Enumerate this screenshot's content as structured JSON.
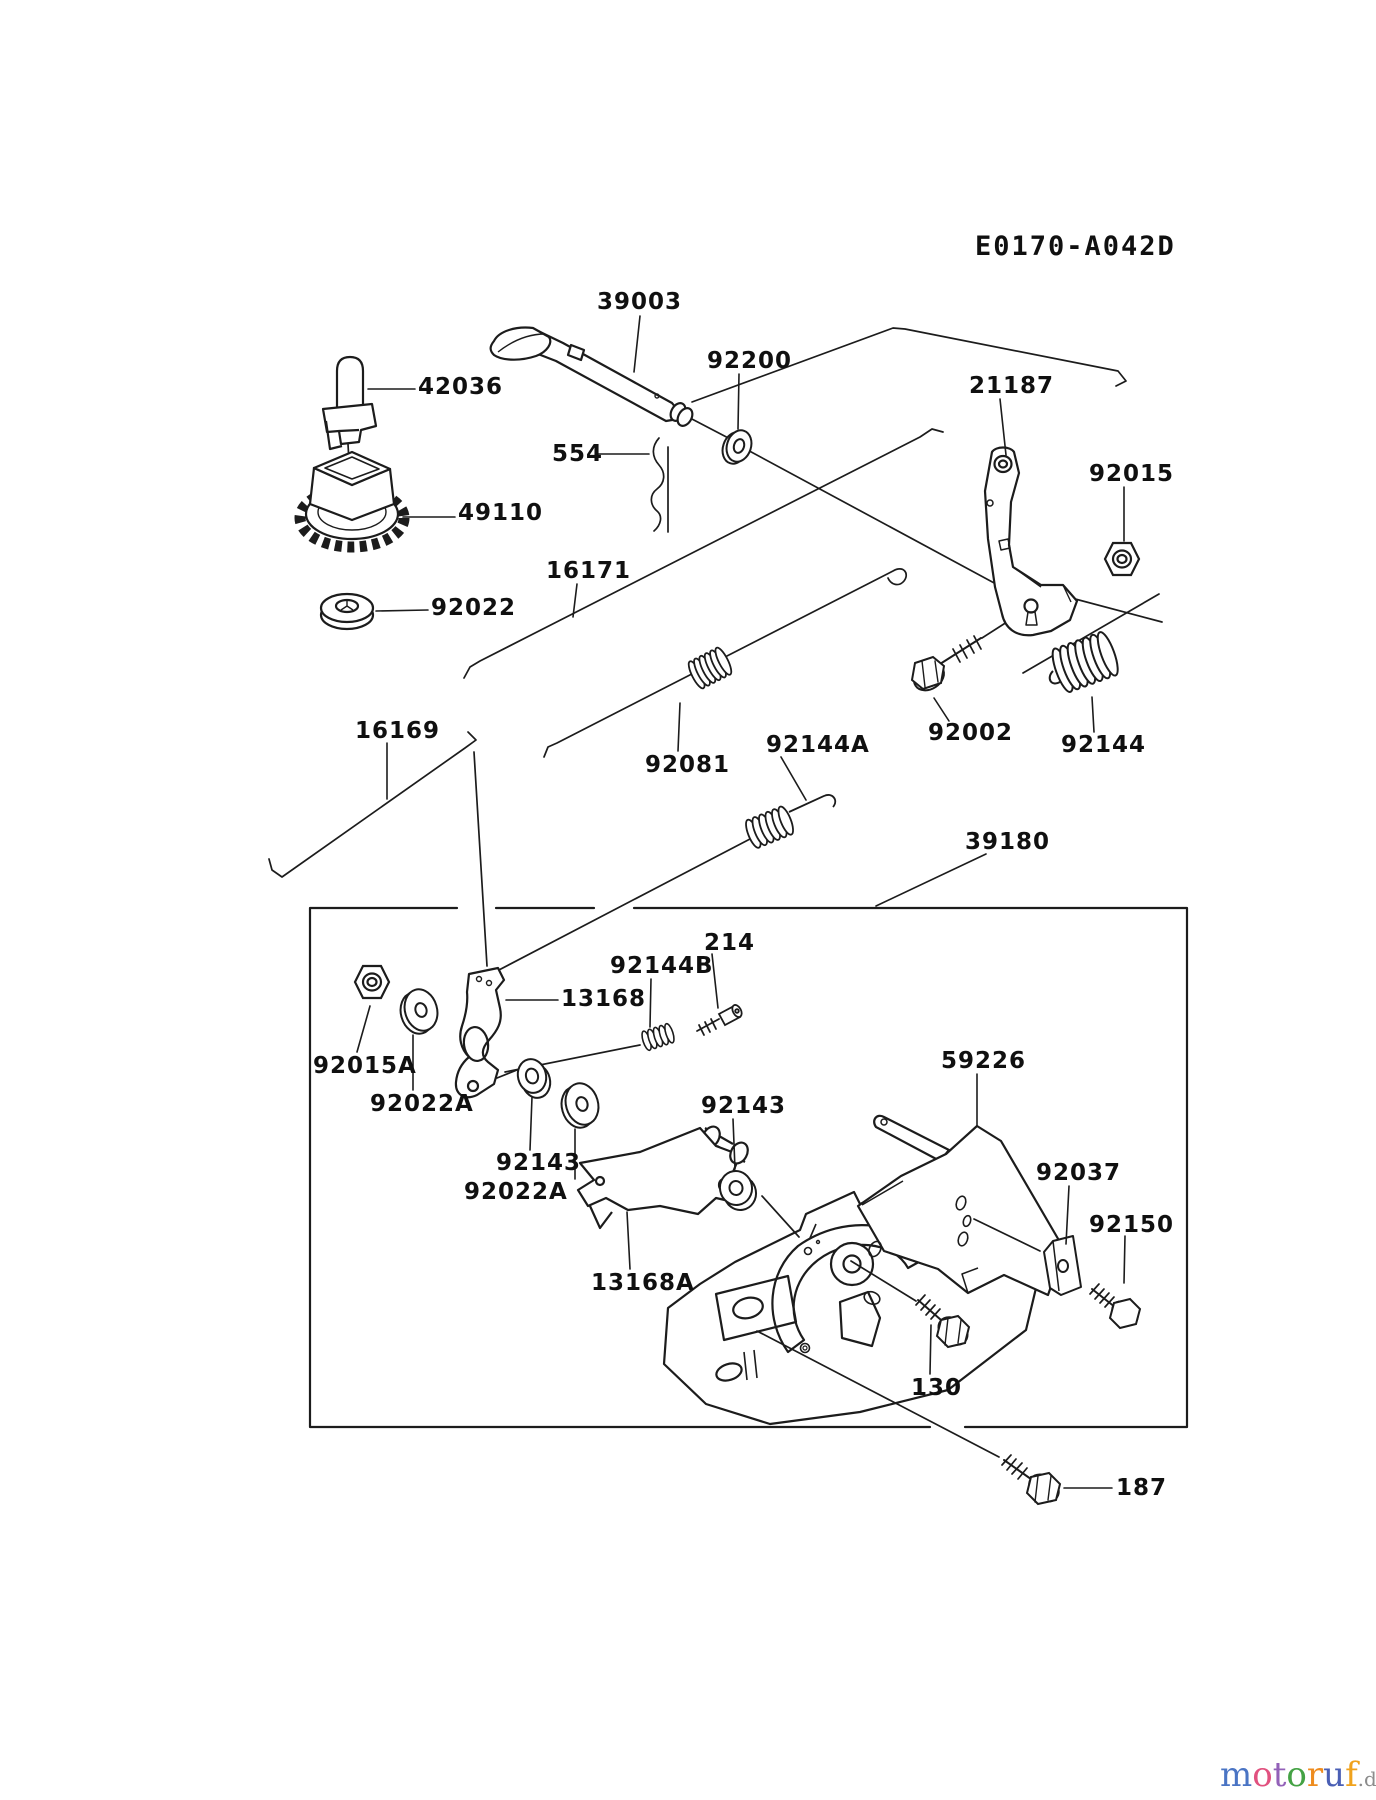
{
  "diagram_code": "E0170-A042D",
  "part_labels": [
    {
      "text": "39003"
    },
    {
      "text": "92200"
    },
    {
      "text": "21187"
    },
    {
      "text": "92015"
    },
    {
      "text": "42036"
    },
    {
      "text": "554"
    },
    {
      "text": "49110"
    },
    {
      "text": "16171"
    },
    {
      "text": "92022"
    },
    {
      "text": "16169"
    },
    {
      "text": "92081"
    },
    {
      "text": "92144A"
    },
    {
      "text": "92002"
    },
    {
      "text": "92144"
    },
    {
      "text": "39180"
    },
    {
      "text": "92144B"
    },
    {
      "text": "214"
    },
    {
      "text": "13168"
    },
    {
      "text": "92015A"
    },
    {
      "text": "92022A"
    },
    {
      "text": "92143"
    },
    {
      "text": "92022A"
    },
    {
      "text": "92143"
    },
    {
      "text": "59226"
    },
    {
      "text": "13168A"
    },
    {
      "text": "92037"
    },
    {
      "text": "92150"
    },
    {
      "text": "130"
    },
    {
      "text": "187"
    }
  ],
  "watermark": {
    "letters": [
      {
        "ch": "m",
        "color": "#4a74c4"
      },
      {
        "ch": "o",
        "color": "#e1517f"
      },
      {
        "ch": "t",
        "color": "#9361b8"
      },
      {
        "ch": "o",
        "color": "#44a244"
      },
      {
        "ch": "r",
        "color": "#ee8c1f"
      },
      {
        "ch": "u",
        "color": "#4a5fb5"
      },
      {
        "ch": "f",
        "color": "#f0a21c"
      }
    ],
    "suffix": ".de",
    "suffix_color": "#8c8c8c"
  }
}
